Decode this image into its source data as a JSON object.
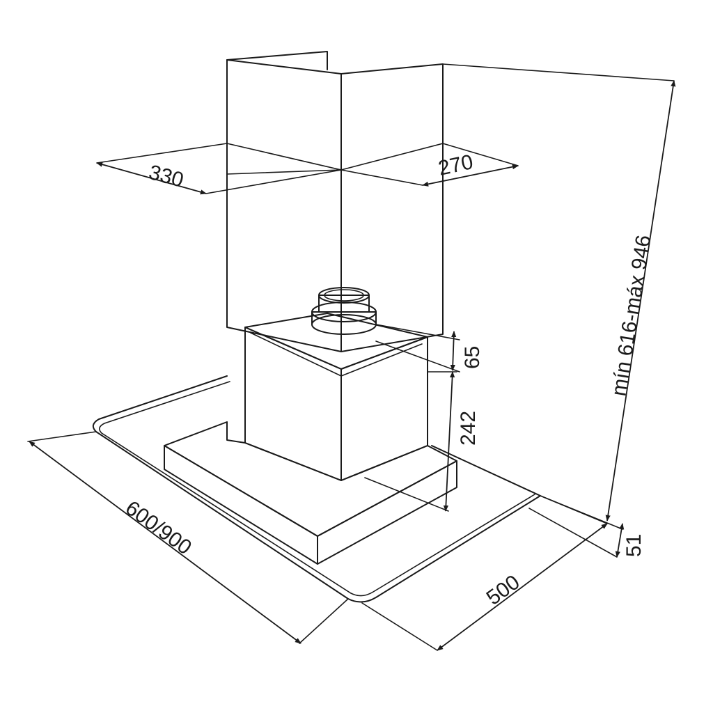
{
  "dimensions": {
    "chimney_width": "330",
    "chimney_depth": "270",
    "height_range": "mín 616-máx 946",
    "outlet_height": "65",
    "motor_box_height": "242",
    "glass_thickness": "51",
    "hood_width": "600/900",
    "hood_depth": "500"
  },
  "colors": {
    "line": "#1a1a1a",
    "background": "#ffffff"
  }
}
